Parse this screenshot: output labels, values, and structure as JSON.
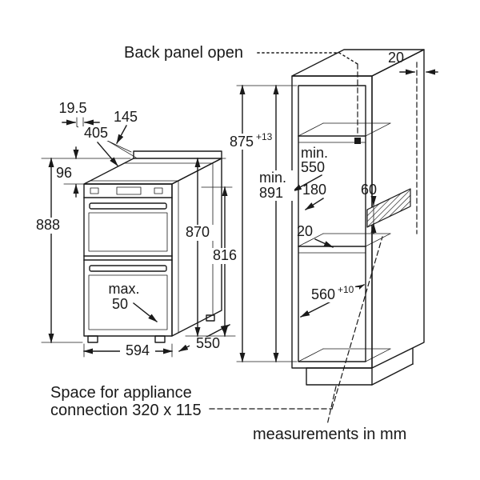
{
  "diagram": {
    "title": "Back panel open",
    "space_note": {
      "line1": "Space for appliance",
      "line2": "connection 320 x 115"
    },
    "units_note": "measurements in mm",
    "oven": {
      "d19_5": "19.5",
      "d145": "145",
      "d405": "405",
      "d96": "96",
      "d888": "888",
      "d870": "870",
      "d816": "816",
      "dmax_line1": "max.",
      "dmax_line2": "50",
      "d594": "594",
      "d550": "550"
    },
    "niche": {
      "d875": "875",
      "d875_tol": "+13",
      "min891_line1": "min.",
      "min891_line2": "891",
      "min550_line1": "min.",
      "min550_line2": "550",
      "d180": "180",
      "d60": "60",
      "d20_wall": "20",
      "d20_gap": "20",
      "d560": "560",
      "d560_tol": "+10"
    },
    "colors": {
      "line": "#1a1a1a",
      "background": "#ffffff"
    }
  }
}
